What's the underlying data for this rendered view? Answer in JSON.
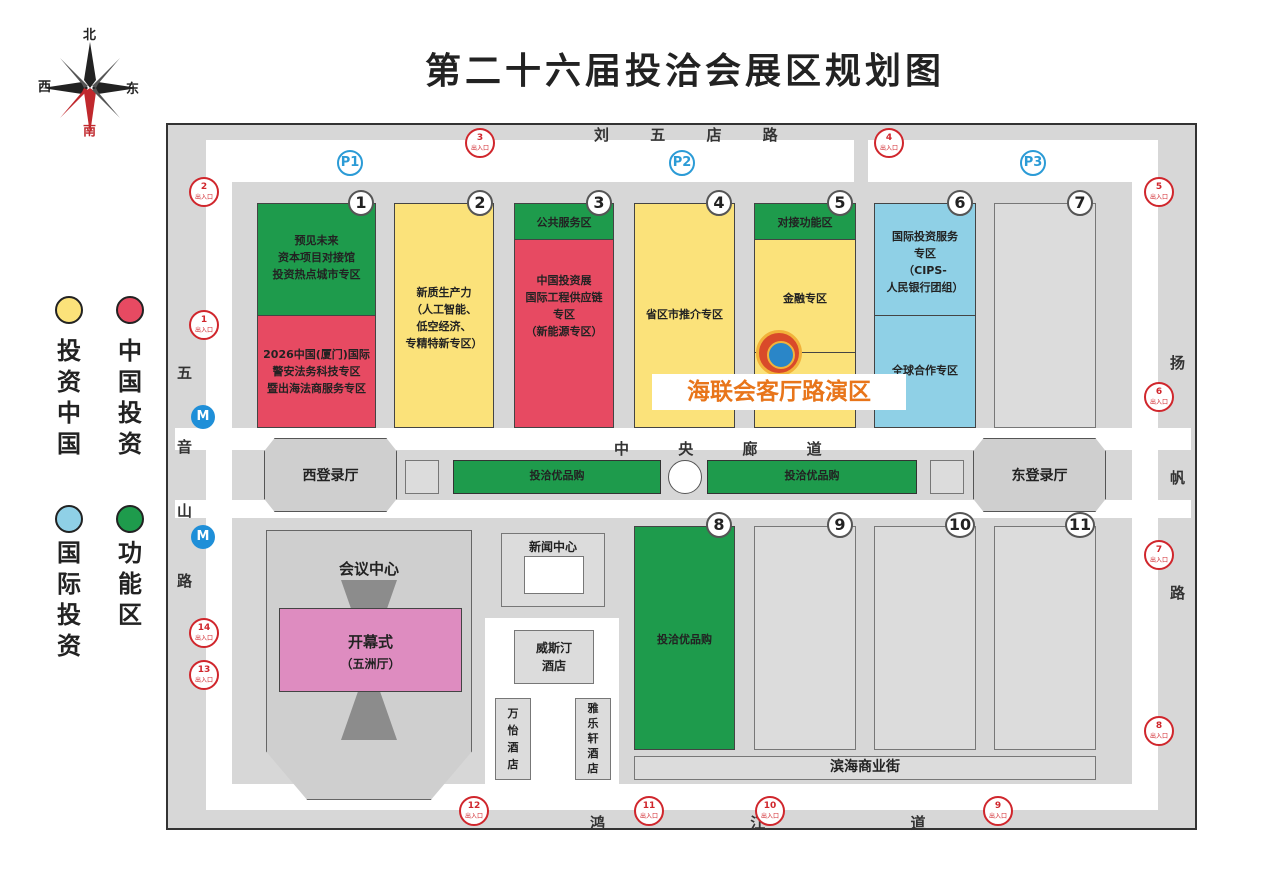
{
  "title": "第二十六届投洽会展区规划图",
  "compass": {
    "north": "北",
    "south": "南",
    "east": "东",
    "west": "西"
  },
  "legend": [
    {
      "label": "投资中国",
      "color": "#fbe27a"
    },
    {
      "label": "中国投资",
      "color": "#e74a62"
    },
    {
      "label": "国际投资",
      "color": "#8fd0e6"
    },
    {
      "label": "功能区",
      "color": "#1e9b4c"
    }
  ],
  "roads": {
    "north": "刘 五 店 路",
    "south": "鸿 江 道",
    "west": [
      "五",
      "音",
      "山",
      "路"
    ],
    "east": [
      "扬",
      "帆",
      "路"
    ],
    "corridor": "中 央 廊 道",
    "commercial_street": "滨海商业街"
  },
  "parking": [
    "P1",
    "P2",
    "P3"
  ],
  "gates": [
    {
      "num": "1",
      "text": "出入口"
    },
    {
      "num": "2",
      "text": "出入口"
    },
    {
      "num": "3",
      "text": "出入口"
    },
    {
      "num": "4",
      "text": "出入口"
    },
    {
      "num": "5",
      "text": "出入口"
    },
    {
      "num": "6",
      "text": "出入口"
    },
    {
      "num": "7",
      "text": "出入口"
    },
    {
      "num": "8",
      "text": "出入口"
    },
    {
      "num": "9",
      "text": "出入口"
    },
    {
      "num": "10",
      "text": "出入口"
    },
    {
      "num": "11",
      "text": "出入口"
    },
    {
      "num": "12",
      "text": "出入口"
    },
    {
      "num": "13",
      "text": "出入口"
    },
    {
      "num": "14",
      "text": "出入口"
    }
  ],
  "halls": {
    "h1": {
      "num": "1",
      "top": "预见未来\n资本项目对接馆\n投资热点城市专区",
      "bottom": "2026中国(厦门)国际\n警安法务科技专区\n暨出海法商服务专区"
    },
    "h2": {
      "num": "2",
      "text": "新质生产力\n（人工智能、\n低空经济、\n专精特新专区）"
    },
    "h3": {
      "num": "3",
      "top": "公共服务区",
      "bottom": "中国投资展\n国际工程供应链\n专区\n（新能源专区）"
    },
    "h4": {
      "num": "4",
      "text": "省区市推介专区"
    },
    "h5": {
      "num": "5",
      "top": "对接功能区",
      "middle": "金融专区"
    },
    "h6": {
      "num": "6",
      "top": "国际投资服务\n专区\n（CIPS-\n人民银行团组）",
      "bottom": "全球合作专区"
    },
    "h7": {
      "num": "7"
    },
    "h8": {
      "num": "8",
      "text": "投洽优品购"
    },
    "h9": {
      "num": "9"
    },
    "h10": {
      "num": "10"
    },
    "h11": {
      "num": "11"
    }
  },
  "corridor_shops": [
    "投洽优品购",
    "投洽优品购"
  ],
  "lobbies": {
    "west": "西登录厅",
    "east": "东登录厅"
  },
  "conference": {
    "name": "会议中心",
    "ceremony": "开幕式",
    "ceremony_sub": "（五洲厅）"
  },
  "news_center": "新闻中心",
  "hotels": {
    "venetian": "威斯汀\n酒店",
    "wanyi": "万\n怡\n酒\n店",
    "yale": "雅\n乐\n轩\n酒\n店"
  },
  "overlay_label": "海联会客厅路演区",
  "colors": {
    "yellow": "#fbe27a",
    "red": "#e74a62",
    "blue": "#8fd0e6",
    "green": "#1e9b4c",
    "pink": "#de8cc0",
    "gray": "#d7d7d7"
  },
  "icons": [
    "compass-rose-icon",
    "metro-icon",
    "logo-emblem"
  ]
}
